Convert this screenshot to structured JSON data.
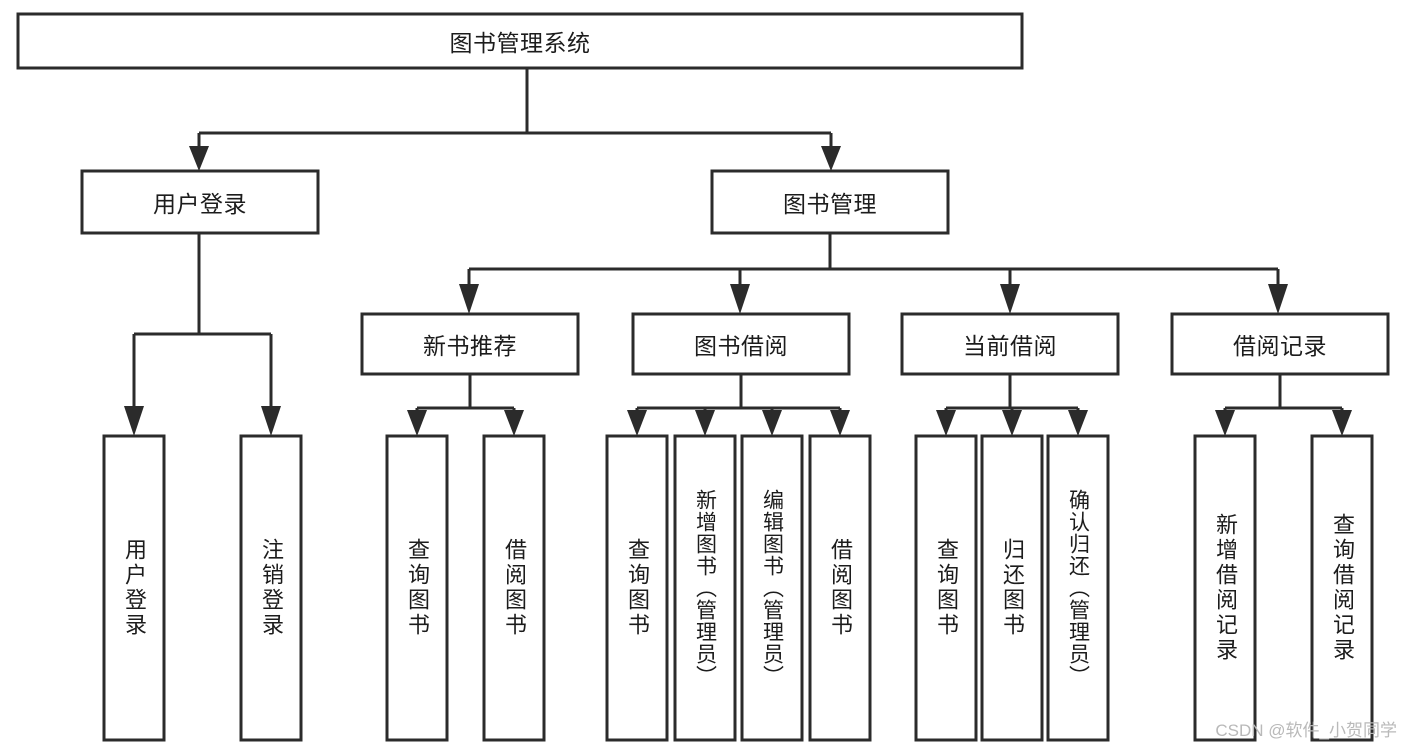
{
  "diagram": {
    "title": "图书管理系统",
    "type": "tree",
    "watermark": "CSDN @软件_小贺同学",
    "colors": {
      "stroke": "#2b2b2b",
      "fill": "#ffffff",
      "text": "#1c1c1c",
      "watermark": "#b9b9b9"
    },
    "root": {
      "label": "图书管理系统"
    },
    "level2": [
      {
        "label": "用户登录"
      },
      {
        "label": "图书管理"
      }
    ],
    "level3": [
      {
        "label": "新书推荐"
      },
      {
        "label": "图书借阅"
      },
      {
        "label": "当前借阅"
      },
      {
        "label": "借阅记录"
      }
    ],
    "leaves_user_login": [
      {
        "label": "用户登录"
      },
      {
        "label": "注销登录"
      }
    ],
    "leaves_new_book": [
      {
        "label": "查询图书"
      },
      {
        "label": "借阅图书"
      }
    ],
    "leaves_borrow": [
      {
        "label": "查询图书"
      },
      {
        "label": "新增图书（管理员）"
      },
      {
        "label": "编辑图书（管理员）"
      },
      {
        "label": "借阅图书"
      }
    ],
    "leaves_current": [
      {
        "label": "查询图书"
      },
      {
        "label": "归还图书"
      },
      {
        "label": "确认归还（管理员）"
      }
    ],
    "leaves_record": [
      {
        "label": "新增借阅记录"
      },
      {
        "label": "查询借阅记录"
      }
    ]
  }
}
